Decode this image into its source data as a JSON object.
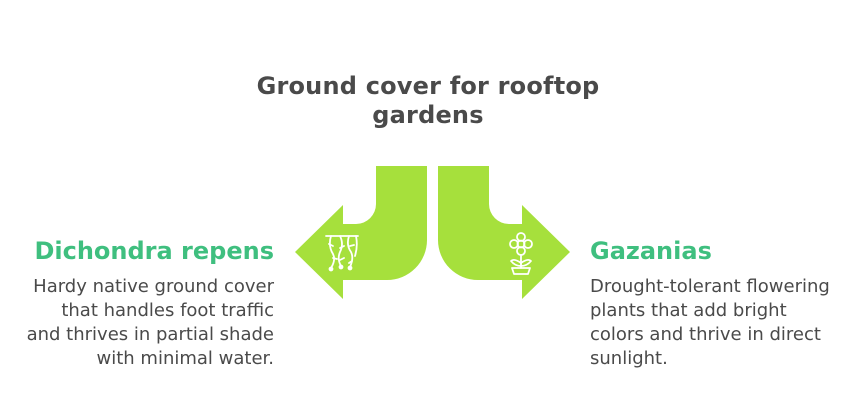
{
  "title": "Ground cover for rooftop gardens",
  "colors": {
    "arrow_fill": "#a6e03c",
    "heading": "#3fbf7f",
    "text": "#4a4a4a",
    "icon": "#ffffff"
  },
  "options": [
    {
      "heading": "Dichondra repens",
      "description": "Hardy native ground cover that handles foot traffic and thrives in partial shade with minimal water.",
      "icon": "vine-icon"
    },
    {
      "heading": "Gazanias",
      "description": "Drought-tolerant flowering plants that add bright colors and thrive in direct sunlight.",
      "icon": "flower-icon"
    }
  ]
}
